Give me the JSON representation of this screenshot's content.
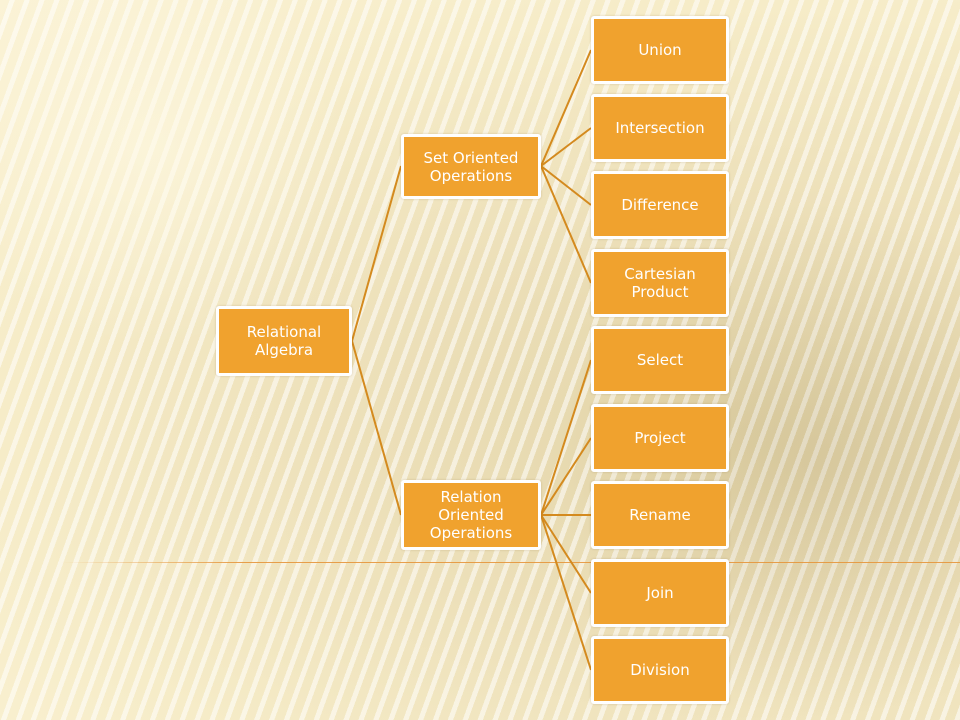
{
  "diagram": {
    "root": {
      "label": "Relational Algebra"
    },
    "branches": [
      {
        "label": "Set Oriented Operations",
        "children": [
          "Union",
          "Intersection",
          "Difference",
          "Cartesian Product"
        ]
      },
      {
        "label": "Relation Oriented Operations",
        "children": [
          "Select",
          "Project",
          "Rename",
          "Join",
          "Division"
        ]
      }
    ],
    "colors": {
      "node_fill": "#f0a22e",
      "node_border": "#ffffff",
      "node_text": "#ffffff",
      "connector": "#d48a1e",
      "accent_line": "#e6963c"
    }
  }
}
